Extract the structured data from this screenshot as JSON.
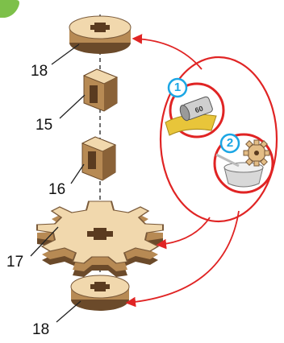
{
  "colors": {
    "wood_top": "#f1d8ad",
    "wood_side": "#b78a54",
    "wood_dark": "#6b4a2a",
    "accent_red": "#e02424",
    "badge_blue": "#1ba6e4",
    "corner_tab": "#7dc04a",
    "sandpaper": "#e8c53a"
  },
  "parts": [
    {
      "id": "part-18-top",
      "label": "18"
    },
    {
      "id": "part-15",
      "label": "15"
    },
    {
      "id": "part-16",
      "label": "16"
    },
    {
      "id": "part-17",
      "label": "17"
    },
    {
      "id": "part-18-bottom",
      "label": "18"
    }
  ],
  "steps": [
    {
      "number": "1",
      "icon": "sandpaper-roll-icon"
    },
    {
      "number": "2",
      "icon": "wax-bowl-gear-icon"
    }
  ],
  "sandpaper_text": "60"
}
